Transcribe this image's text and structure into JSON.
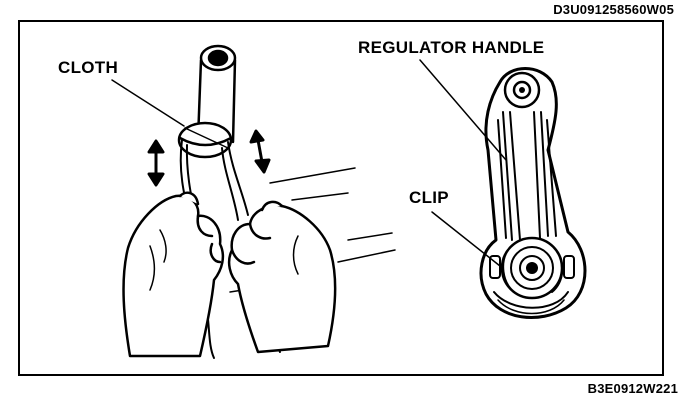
{
  "document_codes": {
    "top": "D3U091258560W05",
    "bottom": "B3E0912W221"
  },
  "callouts": {
    "cloth": "CLOTH",
    "regulator_handle": "REGULATOR HANDLE",
    "clip": "CLIP"
  }
}
